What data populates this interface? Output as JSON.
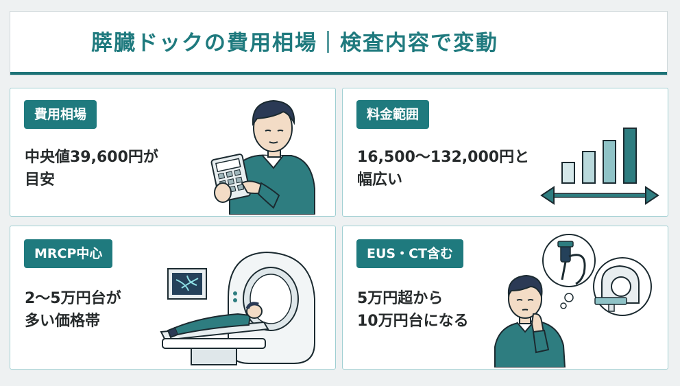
{
  "title": "膵臓ドックの費用相場｜検査内容で変動",
  "accent_color": "#1f7a7e",
  "cards": [
    {
      "badge": "費用相場",
      "lines": [
        "中央値39,600円が",
        "目安"
      ],
      "illustration": "person-with-calculator"
    },
    {
      "badge": "料金範囲",
      "lines": [
        "16,500〜132,000円と",
        "幅広い"
      ],
      "illustration": "bar-chart-range"
    },
    {
      "badge": "MRCP中心",
      "lines": [
        "2〜5万円台が",
        "多い価格帯"
      ],
      "illustration": "mri-scanner"
    },
    {
      "badge": "EUS・CT含む",
      "lines": [
        "5万円超から",
        "10万円台になる"
      ],
      "illustration": "thinking-person-endoscope-ct"
    }
  ]
}
